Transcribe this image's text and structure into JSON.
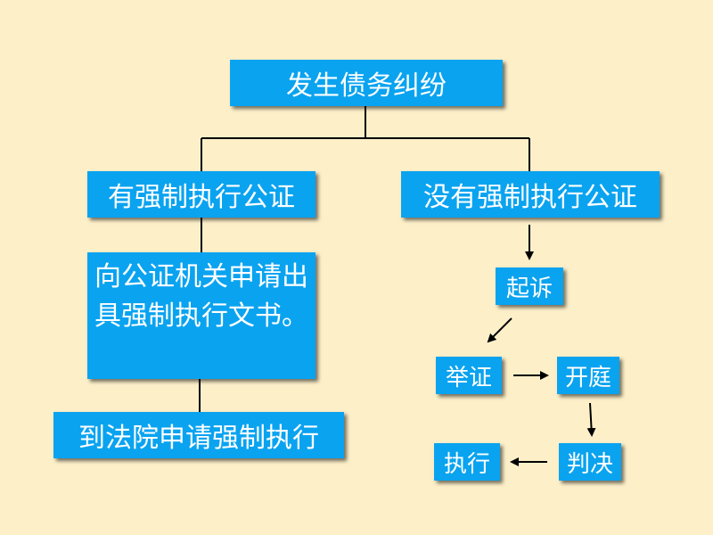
{
  "diagram": {
    "root": "发生债务纠纷",
    "left_branch": "有强制执行公证",
    "right_branch": "没有强制执行公证",
    "left_step1": "向公证机关申请出具强制执行文书。",
    "left_step2": "到法院申请强制执行",
    "right_steps": {
      "qisu": "起诉",
      "juzheng": "举证",
      "kaiting": "开庭",
      "panjue": "判决",
      "zhixing": "执行"
    }
  },
  "colors": {
    "background": "#fdf0c9",
    "box_fill": "#0aa3f0",
    "box_text": "#ffffff",
    "connector": "#000000"
  }
}
